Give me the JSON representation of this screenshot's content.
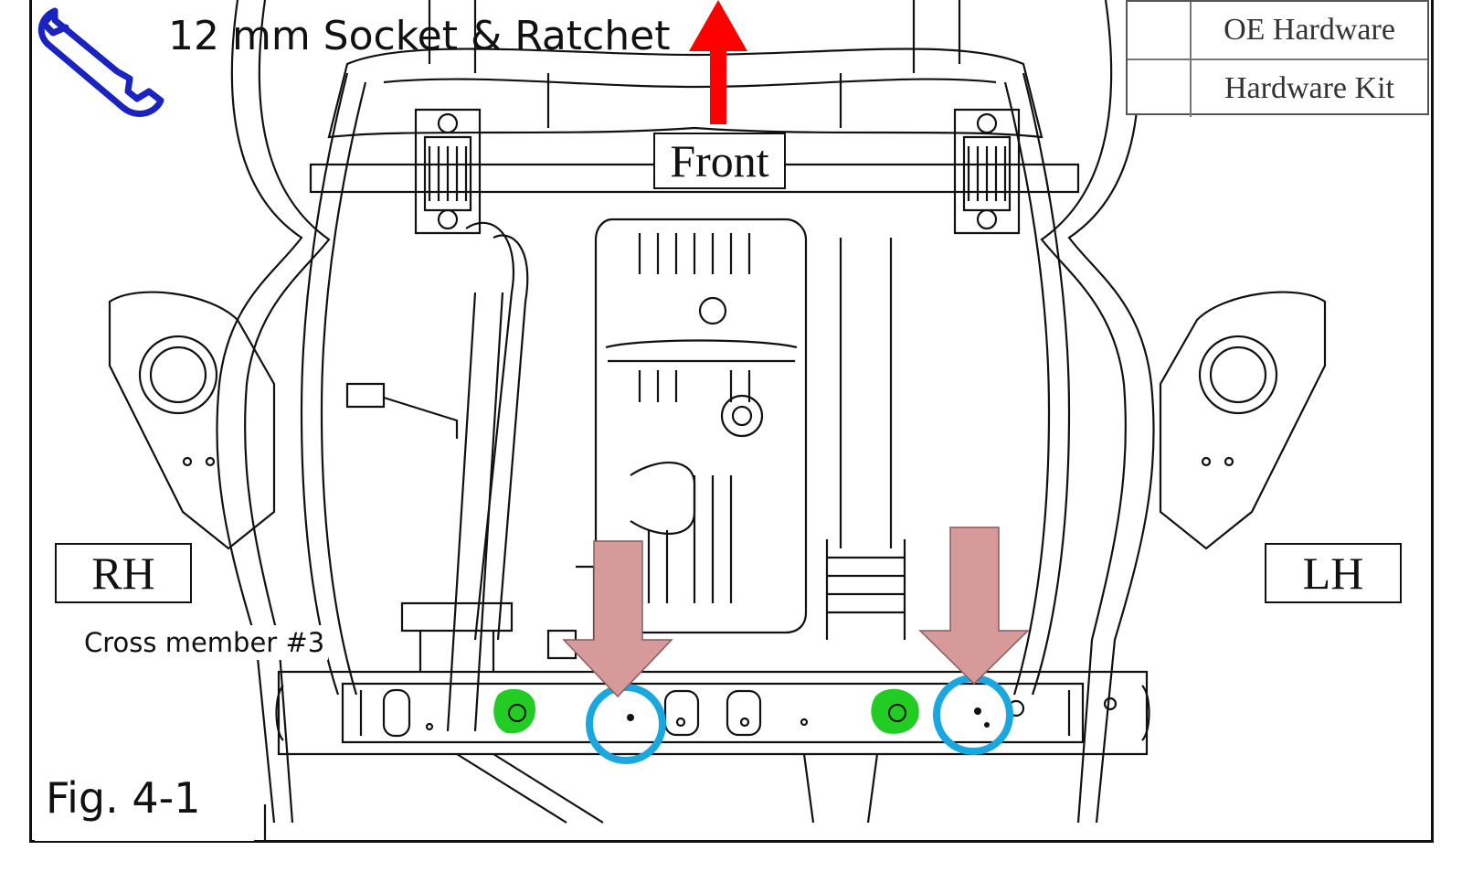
{
  "title": {
    "tool": "12 mm Socket & Ratchet"
  },
  "labels": {
    "front": "Front",
    "rh": "RH",
    "lh": "LH",
    "crossmember": "Cross member #3",
    "figure": "Fig. 4-1"
  },
  "legend": {
    "items": [
      {
        "label": "OE Hardware",
        "color": "#1aa7e0"
      },
      {
        "label": "Hardware Kit",
        "color": "#e01020"
      }
    ]
  },
  "colors": {
    "front_arrow": "#ff0000",
    "pointer_arrows": "#d79a9a",
    "oe_circles": "#1aa7e0",
    "highlight_bolts": "#22cc22",
    "wrench_icon": "#1a22c0",
    "line_art": "#111111"
  },
  "icons": {
    "tool": "wrench-icon"
  }
}
